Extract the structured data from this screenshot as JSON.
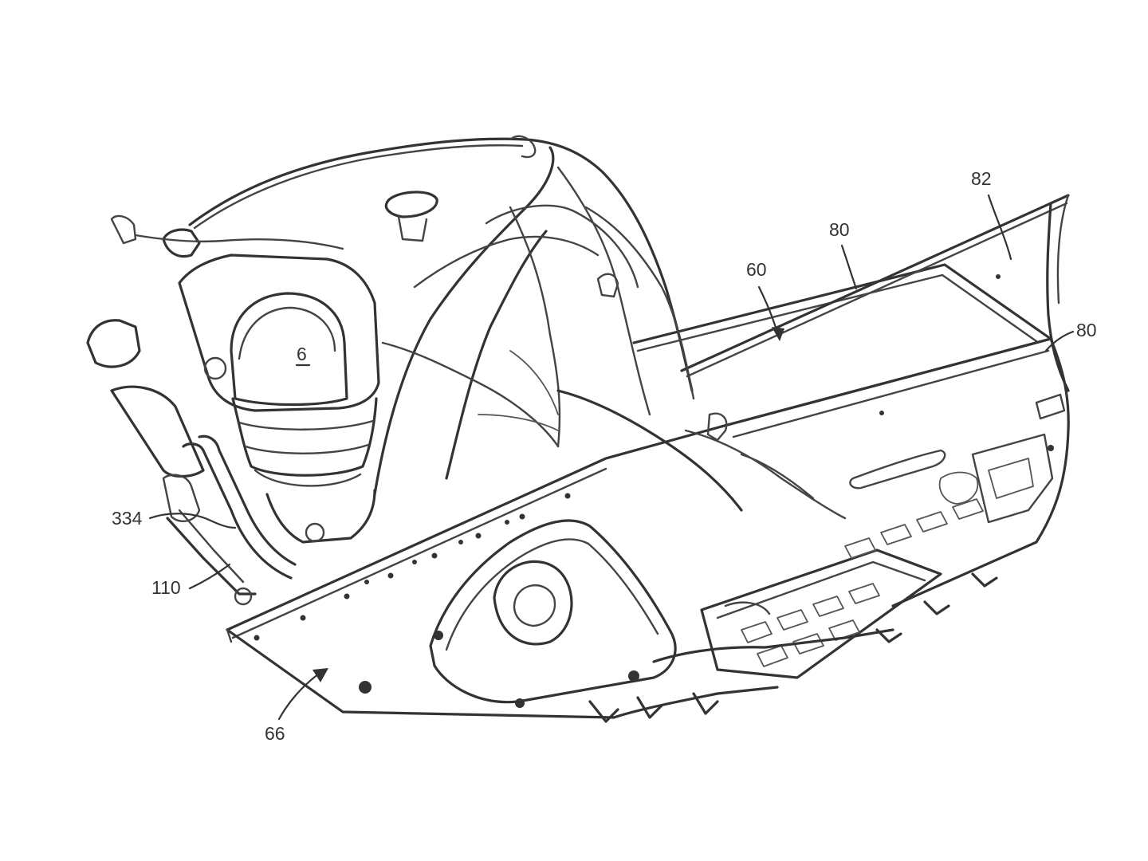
{
  "figure": {
    "ref_numerals": {
      "r82": "82",
      "r80_top": "80",
      "r80_right": "80",
      "r60": "60",
      "r6": "6",
      "r334": "334",
      "r110": "110",
      "r66": "66"
    }
  }
}
